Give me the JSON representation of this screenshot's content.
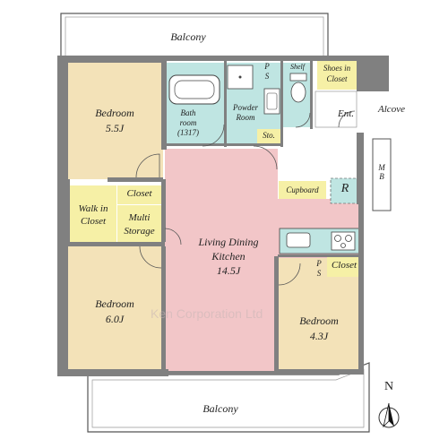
{
  "rooms": {
    "balcony_top": "Balcony",
    "balcony_bottom": "Balcony",
    "bedroom_nw_name": "Bedroom",
    "bedroom_nw_size": "5.5J",
    "bedroom_sw_name": "Bedroom",
    "bedroom_sw_size": "6.0J",
    "bedroom_se_name": "Bedroom",
    "bedroom_se_size": "4.3J",
    "ldk_line1": "Living Dining",
    "ldk_line2": "Kitchen",
    "ldk_size": "14.5J",
    "bath_line1": "Bath",
    "bath_line2": "room",
    "bath_line3": "(1317)",
    "powder_line1": "Powder",
    "powder_line2": "Room",
    "sto": "Sto.",
    "ps_top_1": "P",
    "ps_top_2": "S",
    "shelf": "Shelf",
    "shoes_line1": "Shoes in",
    "shoes_line2": "Closet",
    "ent": "Ent.",
    "alcove": "Alcove",
    "mb_1": "M",
    "mb_2": "B",
    "cupboard": "Cupboard",
    "r": "R",
    "closet_mid": "Closet",
    "walkin_line1": "Walk in",
    "walkin_line2": "Closet",
    "multi_line1": "Multi",
    "multi_line2": "Storage",
    "ps_se_1": "P",
    "ps_se_2": "S",
    "closet_se": "Closet"
  },
  "watermark": "Ken Corporation Ltd",
  "compass": "N",
  "colors": {
    "bedroom": "#f3e2b8",
    "ldk": "#f2c6c8",
    "wet": "#bfe5e2",
    "storage": "#f6f0a6",
    "wall": "#808080"
  }
}
